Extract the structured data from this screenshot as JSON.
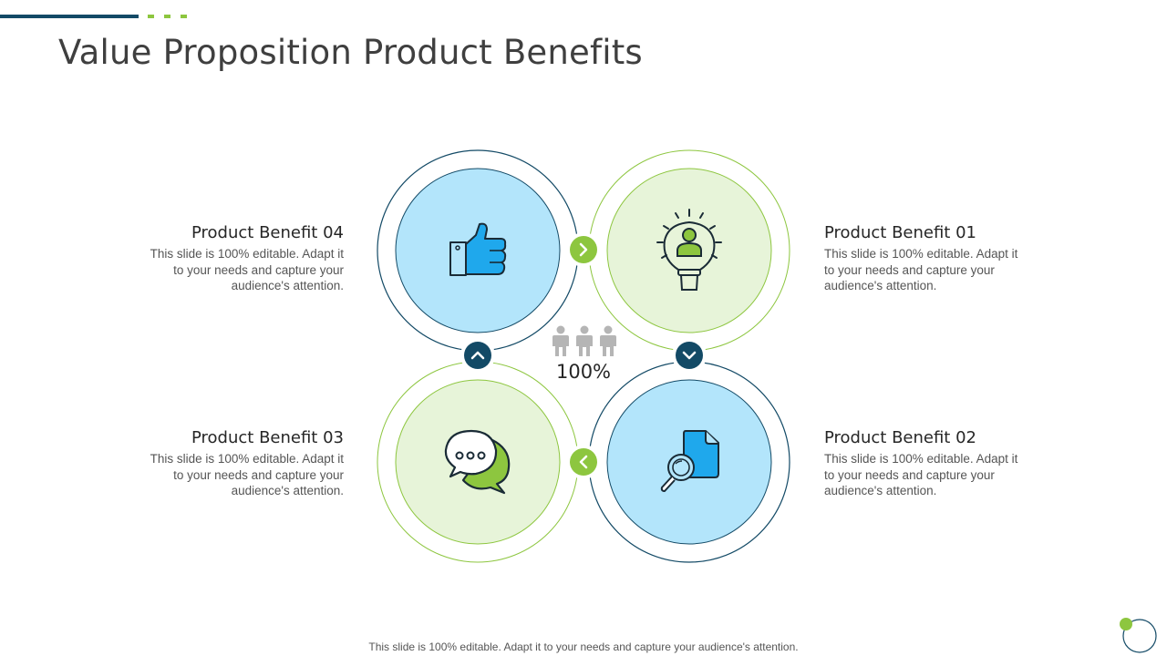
{
  "header": {
    "title": "Value Proposition Product Benefits"
  },
  "colors": {
    "navy": "#134a66",
    "green": "#8dc63f",
    "light_blue": "#b3e5fb",
    "light_green": "#e7f4d9",
    "icon_blue": "#1fa8ec"
  },
  "center": {
    "icon": "people-group-icon",
    "value": "100%"
  },
  "benefits": [
    {
      "title": "Product Benefit 01",
      "text": "This slide is 100% editable. Adapt it to your needs and capture your audience's attention.",
      "icon": "lightbulb-person-icon",
      "position": "top-right"
    },
    {
      "title": "Product Benefit 02",
      "text": "This slide is 100% editable. Adapt it to your needs and capture your audience's attention.",
      "icon": "document-search-icon",
      "position": "bottom-right"
    },
    {
      "title": "Product Benefit 03",
      "text": "This slide is 100% editable. Adapt it to your needs and capture your audience's attention.",
      "icon": "chat-bubbles-icon",
      "position": "bottom-left"
    },
    {
      "title": "Product Benefit 04",
      "text": "This slide is 100% editable. Adapt it to your needs and capture your audience's attention.",
      "icon": "thumbs-up-icon",
      "position": "top-left"
    }
  ],
  "connectors": [
    {
      "icon": "chevron-right-icon",
      "color": "green"
    },
    {
      "icon": "chevron-down-icon",
      "color": "navy"
    },
    {
      "icon": "chevron-left-icon",
      "color": "green"
    },
    {
      "icon": "chevron-up-icon",
      "color": "navy"
    }
  ],
  "footer": {
    "text": "This slide is 100% editable. Adapt it to your needs and capture your audience's attention."
  }
}
